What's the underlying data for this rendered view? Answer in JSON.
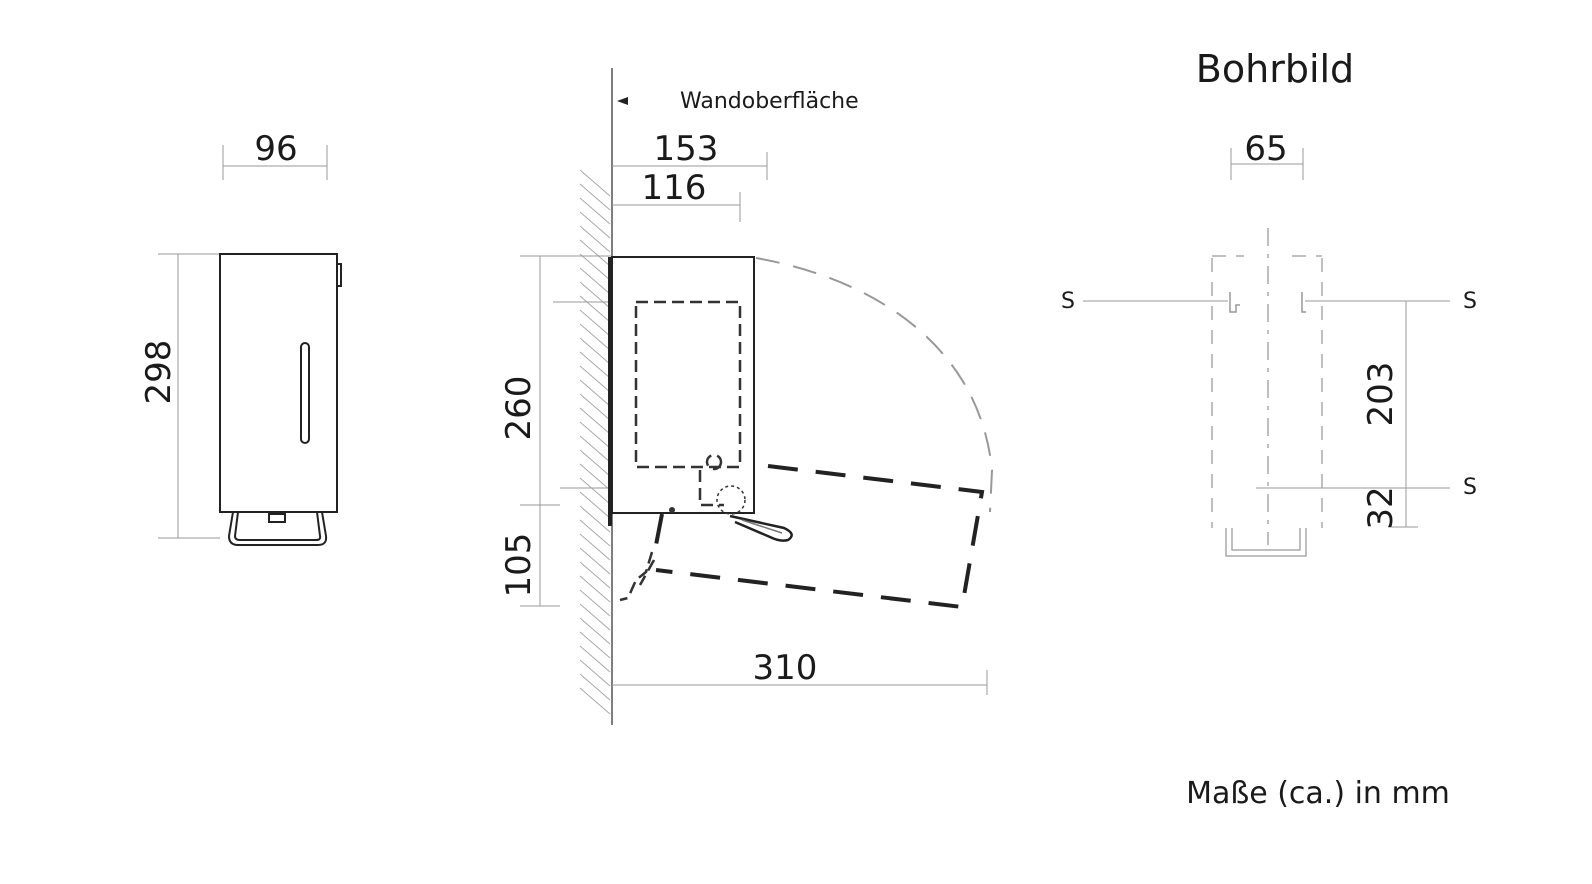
{
  "front_view": {
    "width_dim": "96",
    "height_dim": "298"
  },
  "side_view": {
    "wall_label": "Wandoberfläche",
    "depth_total_dim": "153",
    "depth_body_dim": "116",
    "height_dim": "260",
    "lower_dim": "105",
    "open_depth_dim": "310"
  },
  "drill_pattern": {
    "title": "Bohrbild",
    "spacing_dim": "65",
    "vertical_dim": "203",
    "bottom_dim": "32",
    "screw_left": "S",
    "screw_right": "S",
    "screw_bottom": "S"
  },
  "note": "Maße (ca.) in mm"
}
